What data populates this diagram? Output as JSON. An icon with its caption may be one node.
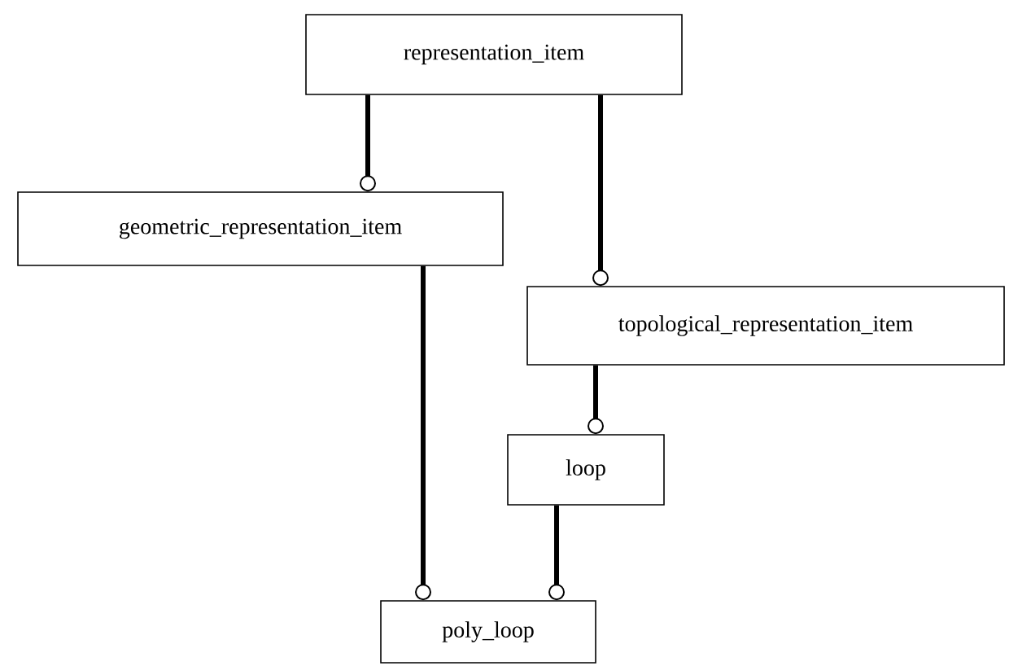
{
  "diagram": {
    "nodes": [
      {
        "text": [
          "representation_item"
        ]
      },
      {
        "text": [
          "geometric_representation_item"
        ]
      },
      {
        "text": [
          "topological_representation_item"
        ]
      },
      {
        "text": [
          "loop"
        ]
      },
      {
        "text": [
          "poly_loop"
        ]
      }
    ],
    "edges": [
      {
        "from": 0,
        "to": 1,
        "arrow": "other"
      },
      {
        "from": 0,
        "to": 2,
        "arrow": "other"
      },
      {
        "from": 2,
        "to": 3,
        "arrow": "other"
      },
      {
        "from": 1,
        "to": 4,
        "arrow": "other"
      },
      {
        "from": 3,
        "to": 4,
        "arrow": "other"
      }
    ]
  }
}
